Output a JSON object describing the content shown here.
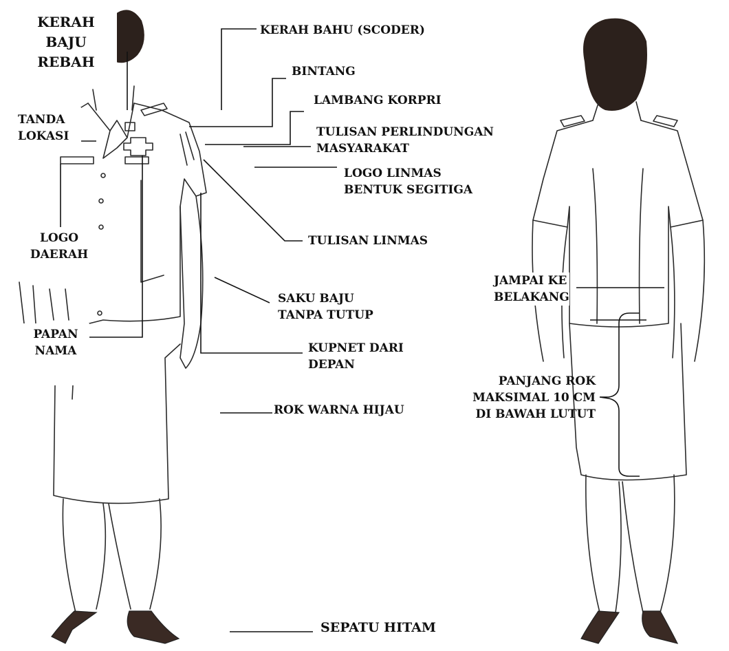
{
  "diagram": {
    "labels": {
      "kerah_baju_rebah": [
        "KERAH",
        "BAJU",
        "REBAH"
      ],
      "kerah_bahu": "KERAH BAHU (SCODER)",
      "bintang": "BINTANG",
      "lambang_korpri": "LAMBANG KORPRI",
      "tulisan_perlindungan": [
        "TULISAN PERLINDUNGAN",
        "MASYARAKAT"
      ],
      "logo_linmas": [
        "LOGO LINMAS",
        "BENTUK SEGITIGA"
      ],
      "tanda_lokasi": [
        "TANDA",
        "LOKASI"
      ],
      "tulisan_linmas": "TULISAN LINMAS",
      "logo_daerah": [
        "LOGO",
        "DAERAH"
      ],
      "saku_baju": [
        "SAKU BAJU",
        "TANPA TUTUP"
      ],
      "papan_nama": [
        "PAPAN",
        "NAMA"
      ],
      "kupnet": [
        "KUPNET DARI",
        "DEPAN"
      ],
      "rok_warna": "ROK WARNA HIJAU",
      "sepatu_hitam": "SEPATU HITAM",
      "jampai": [
        "JAMPAI KE",
        "BELAKANG"
      ],
      "panjang_rok": [
        "PANJANG ROK",
        "MAKSIMAL 10 CM",
        "DI BAWAH LUTUT"
      ]
    },
    "colors": {
      "ink": "#111111",
      "shoe": "#3a2a24",
      "hair": "#2c211c"
    }
  }
}
